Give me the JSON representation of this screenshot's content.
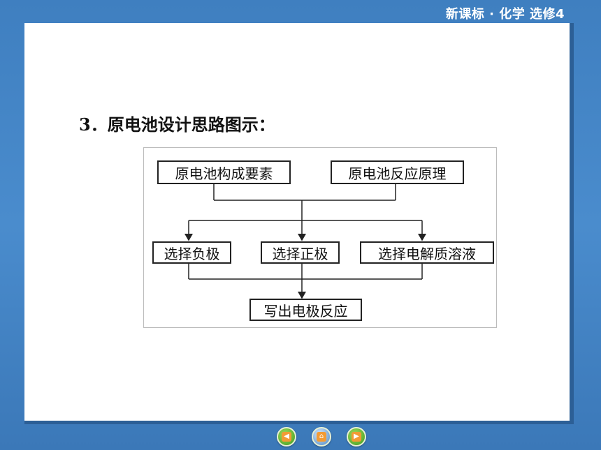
{
  "header": {
    "title": "新课标 · 化学  选修4"
  },
  "slide": {
    "heading": "3．原电池设计思路图示：",
    "flow": {
      "top_boxes": [
        "原电池构成要素",
        "原电池反应原理"
      ],
      "middle_boxes": [
        "选择负极",
        "选择正极",
        "选择电解质溶液"
      ],
      "bottom_box": "写出电极反应"
    }
  },
  "navigation": {
    "buttons": [
      {
        "icon": "left-arrow-icon"
      },
      {
        "icon": "home-icon"
      },
      {
        "icon": "right-arrow-icon"
      }
    ]
  },
  "colors": {
    "background": "#4a89c8",
    "panel": "#ffffff",
    "frame_border": "#bcbcbc",
    "nav_green": "#3f9a20",
    "nav_blue": "#4a86c4"
  }
}
